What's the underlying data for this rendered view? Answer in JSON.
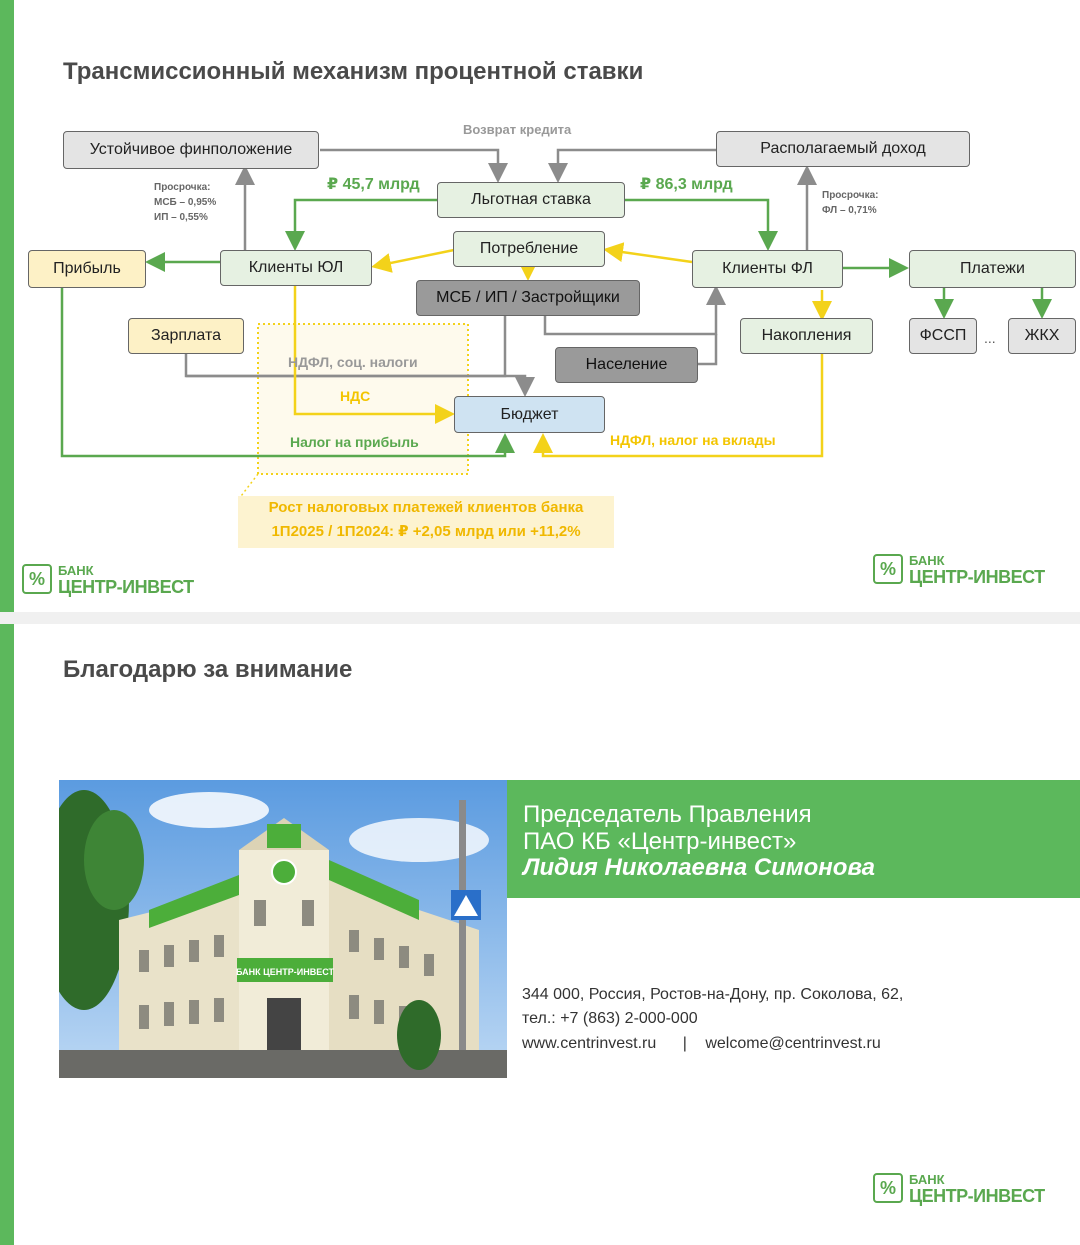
{
  "slide1": {
    "title": "Трансмиссионный механизм процентной ставки",
    "nodes": {
      "finpos": "Устойчивое финположение",
      "income": "Располагаемый доход",
      "rate": "Льготная ставка",
      "consumption": "Потребление",
      "profit": "Прибыль",
      "clients_ul": "Клиенты ЮЛ",
      "clients_fl": "Клиенты ФЛ",
      "payments": "Платежи",
      "msb": "МСБ / ИП / Застройщики",
      "salary": "Зарплата",
      "savings": "Накопления",
      "fssp": "ФССП",
      "dots": "...",
      "zhkh": "ЖКХ",
      "population": "Население",
      "budget": "Бюджет"
    },
    "labels": {
      "return_credit": "Возврат кредита",
      "amount_ul": "₽ 45,7 млрд",
      "amount_fl": "₽ 86,3 млрд",
      "overdue_ul_title": "Просрочка:",
      "overdue_ul_msb": "МСБ – 0,95%",
      "overdue_ul_ip": "ИП – 0,55%",
      "overdue_fl_title": "Просрочка:",
      "overdue_fl": "ФЛ – 0,71%",
      "ndfl_social": "НДФЛ, соц. налоги",
      "nds": "НДС",
      "profit_tax": "Налог на прибыль",
      "ndfl_deposits": "НДФЛ, налог на вклады"
    },
    "callout": {
      "line1": "Рост налоговых платежей клиентов банка",
      "line2": "1П2025 / 1П2024: ₽ +2,05 млрд или +11,2%"
    },
    "colors": {
      "green": "#5aa84f",
      "yellow": "#f3d21a",
      "gray": "#8c8c8c"
    }
  },
  "logo": {
    "mark": "%",
    "line1": "БАНК",
    "line2": "ЦЕНТР-ИНВЕСТ"
  },
  "slide2": {
    "title": "Благодарю за внимание",
    "position_line1": "Председатель Правления",
    "position_line2": "ПАО КБ «Центр-инвест»",
    "name": "Лидия Николаевна Симонова",
    "address": "344 000, Россия, Ростов-на-Дону, пр. Соколова, 62,",
    "phone": "тел.: +7 (863) 2-000-000",
    "website": "www.centrinvest.ru",
    "separator": "|",
    "email": "welcome@centrinvest.ru",
    "photo_sign": "БАНК ЦЕНТР-ИНВЕСТ"
  }
}
